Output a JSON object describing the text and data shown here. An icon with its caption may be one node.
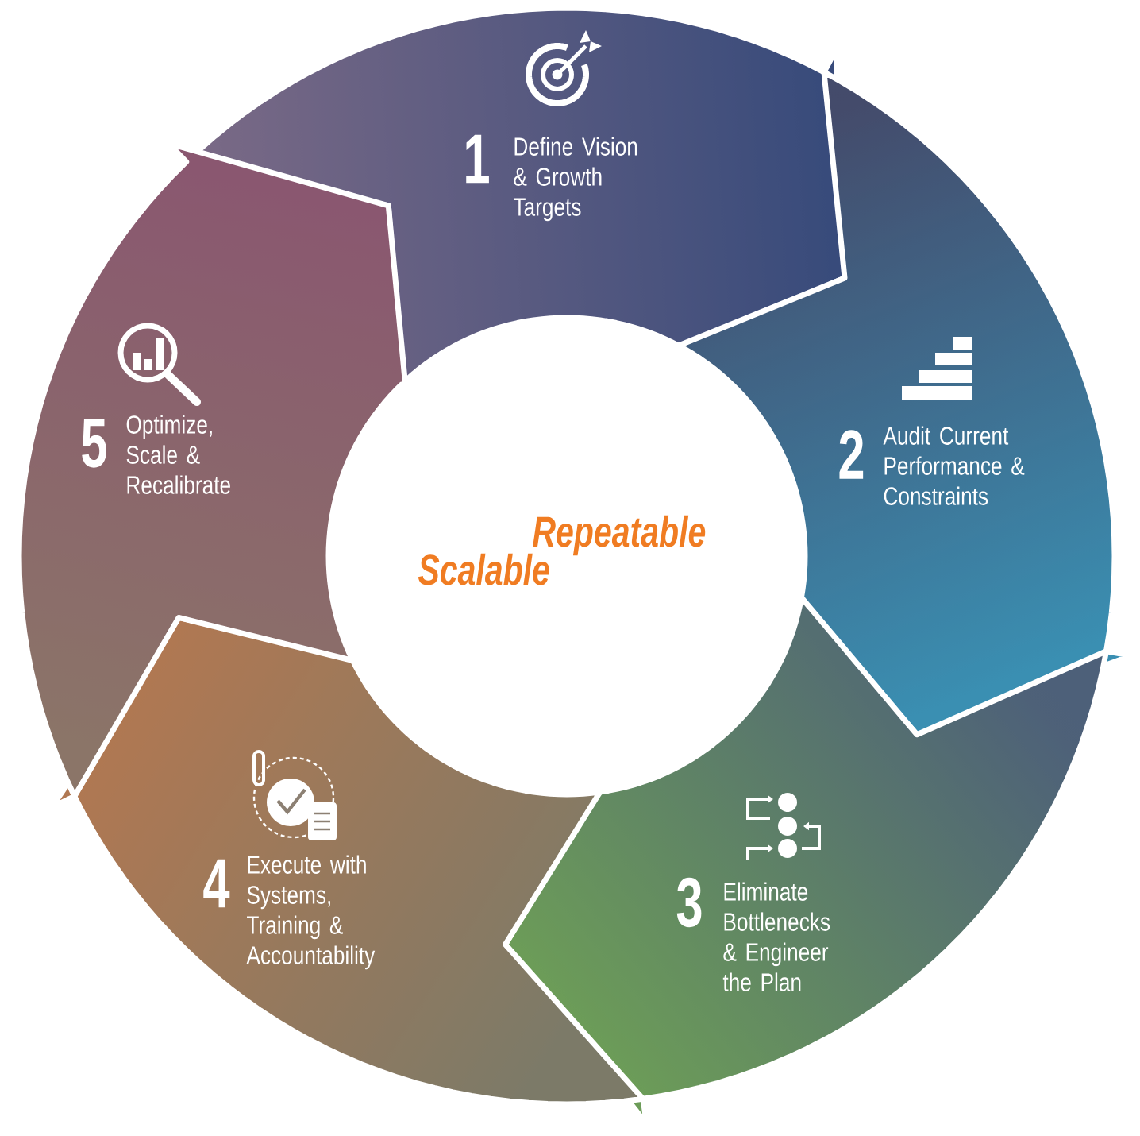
{
  "diagram": {
    "nodes": [
      {
        "text": [
          "1",
          "Define Vision & Growth Targets"
        ]
      },
      {
        "text": [
          "2",
          "Audit Current Performance & Constraints"
        ]
      },
      {
        "text": [
          "3",
          "Eliminate Bottlenecks & Engineer the Plan"
        ]
      },
      {
        "text": [
          "4",
          "Execute with Systems, Training & Accountability"
        ]
      },
      {
        "text": [
          "5",
          "Optimize, Scale & Recalibrate"
        ]
      }
    ],
    "labels": [
      "Repeatable",
      "Scalable"
    ]
  }
}
